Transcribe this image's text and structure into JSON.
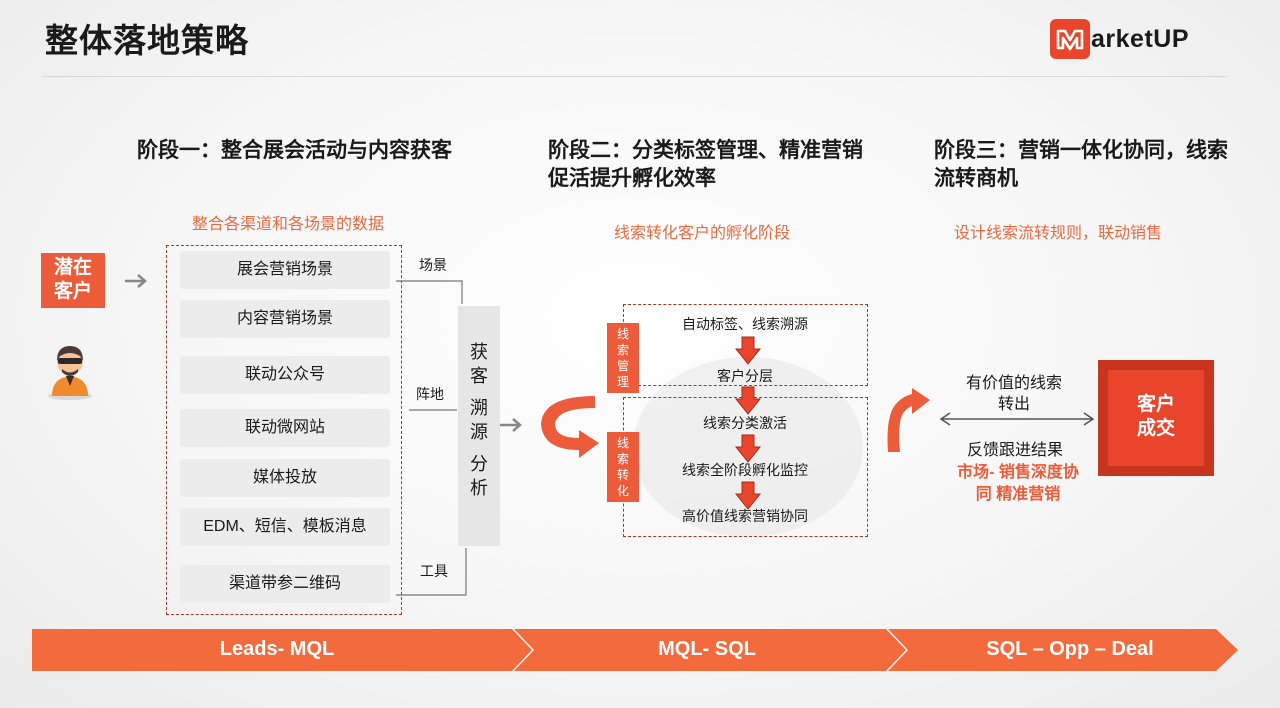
{
  "header": {
    "title": "整体落地策略",
    "logo_text": "arketUP"
  },
  "stage1": {
    "title": "阶段一：整合展会活动与内容获客",
    "subtitle": "整合各渠道和各场景的数据",
    "potential_customer": [
      "潜在",
      "客户"
    ],
    "channels": [
      "展会营销场景",
      "内容营销场景",
      "联动公众号",
      "联动微网站",
      "媒体投放",
      "EDM、短信、模板消息",
      "渠道带参二维码"
    ],
    "side_labels": {
      "scene": "场景",
      "position": "阵地",
      "tool": "工具"
    },
    "acquire_chars": [
      "获",
      "客",
      "溯",
      "源",
      "分",
      "析"
    ]
  },
  "stage2": {
    "title_line1": "阶段二：分类标签管理、精准营销",
    "title_line2": "促活提升孵化效率",
    "subtitle": "线索转化客户的孵化阶段",
    "group1_label": [
      "线",
      "索",
      "管",
      "理"
    ],
    "group2_label": [
      "线",
      "索",
      "转",
      "化"
    ],
    "steps": [
      "自动标签、线索溯源",
      "客户分层",
      "线索分类激活",
      "线索全阶段孵化监控",
      "高价值线索营销协同"
    ]
  },
  "stage3": {
    "title_line1": "阶段三：营销一体化协同，线索",
    "title_line2": "流转商机",
    "subtitle": "设计线索流转规则，联动销售",
    "valuable_line1": "有价值的线索",
    "valuable_line2": "转出",
    "feedback": "反馈跟进结果",
    "highlight_line1": "市场- 销售深度协",
    "highlight_line2": "同 精准营销",
    "deal": [
      "客户",
      "成交"
    ]
  },
  "bands": [
    "Leads- MQL",
    "MQL- SQL",
    "SQL – Opp – Deal"
  ],
  "colors": {
    "accent": "#ec5b3a",
    "band": "#f36a3d",
    "deal_box": "#e8452c"
  }
}
